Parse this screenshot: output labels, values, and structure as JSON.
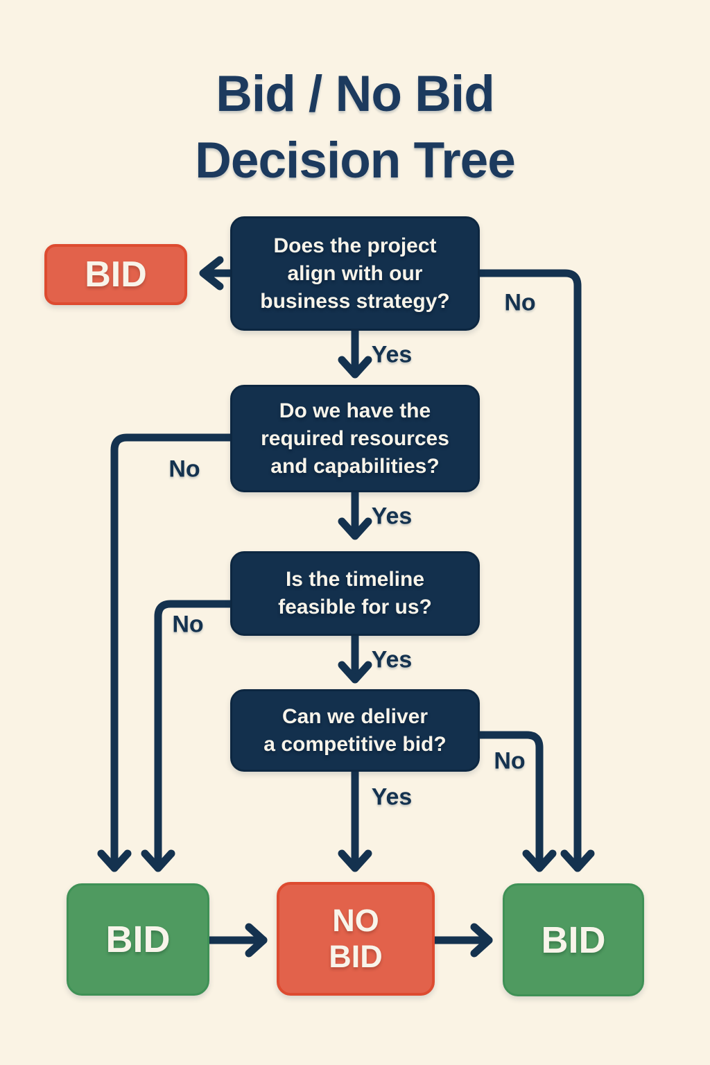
{
  "palette": {
    "cream": "#faf3e4",
    "navybox": "#13304d",
    "line": "#14324f",
    "titlenavy": "#1c3a5e",
    "orange": "#e2624b",
    "orangeborder": "#dd4b30",
    "green": "#4f9a60",
    "greenborder": "#3f9156",
    "whitetext": "#f8f4ea"
  },
  "title": {
    "line1": "Bid / No Bid",
    "line2": "Decision Tree"
  },
  "questions": [
    {
      "id": "q1",
      "lines": [
        "Does the project",
        "align with our",
        "business strategy?"
      ]
    },
    {
      "id": "q2",
      "lines": [
        "Do we have the",
        "required resources",
        "and capabilities?"
      ]
    },
    {
      "id": "q3",
      "lines": [
        "Is the timeline",
        "feasible for us?"
      ]
    },
    {
      "id": "q4",
      "lines": [
        "Can we deliver",
        "a competitive bid?"
      ]
    }
  ],
  "outcomes": {
    "bid_top": {
      "label": "BID"
    },
    "bid_bottom_left": {
      "label": "BID"
    },
    "no_bid": {
      "lines": [
        "NO",
        "BID"
      ]
    },
    "bid_bottom_right": {
      "label": "BID"
    }
  },
  "edge_labels": {
    "q1_no": "No",
    "q1_yes": "Yes",
    "q2_no": "No",
    "q2_yes": "Yes",
    "q3_no": "No",
    "q3_yes": "Yes",
    "q4_no": "No",
    "q4_yes": "Yes"
  }
}
